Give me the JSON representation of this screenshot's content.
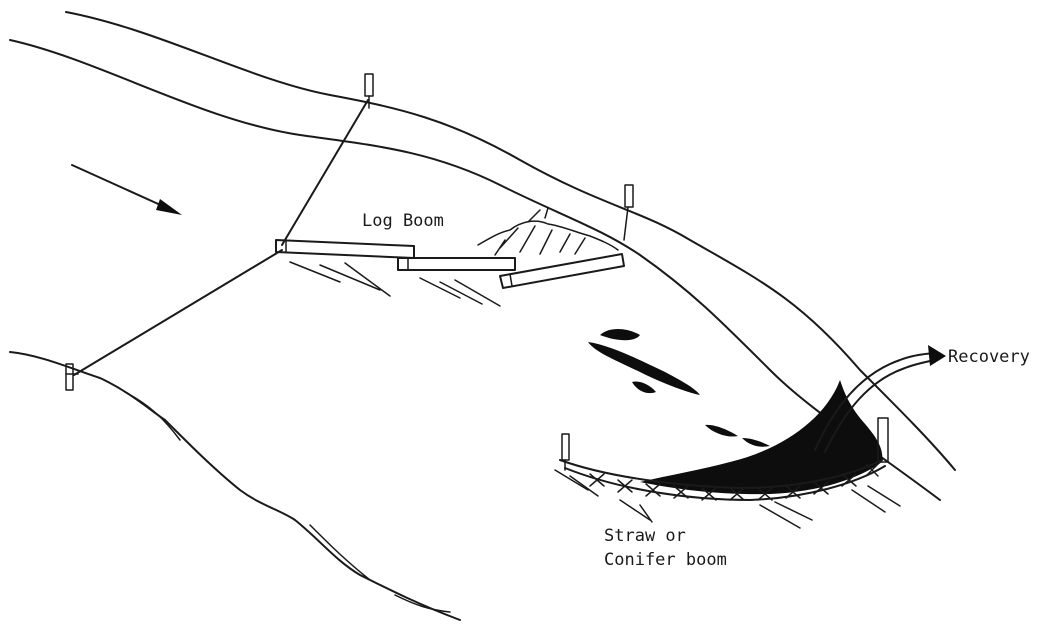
{
  "labels": {
    "log_boom": "Log Boom",
    "recovery": "Recovery",
    "straw_line1": "Straw or",
    "straw_line2": "Conifer boom"
  },
  "colors": {
    "ink": "#1a1a1a",
    "oil": "#0d0d0d",
    "background": "#ffffff"
  }
}
